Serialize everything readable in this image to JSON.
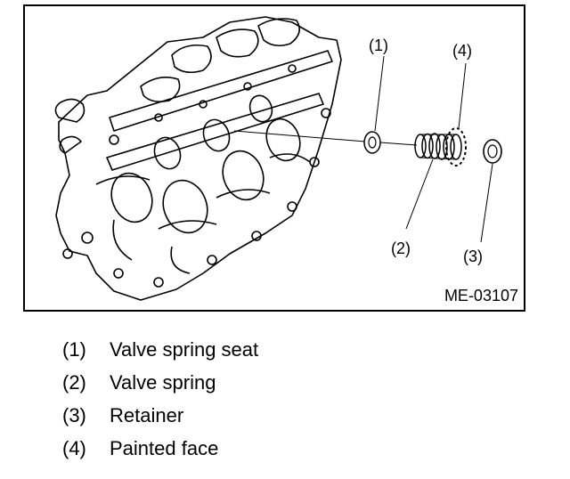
{
  "figure": {
    "id": "ME-03107",
    "callouts": [
      {
        "num": "(1)"
      },
      {
        "num": "(2)"
      },
      {
        "num": "(3)"
      },
      {
        "num": "(4)"
      }
    ]
  },
  "legend": [
    {
      "num": "(1)",
      "text": "Valve spring seat"
    },
    {
      "num": "(2)",
      "text": "Valve spring"
    },
    {
      "num": "(3)",
      "text": "Retainer"
    },
    {
      "num": "(4)",
      "text": "Painted face"
    }
  ]
}
